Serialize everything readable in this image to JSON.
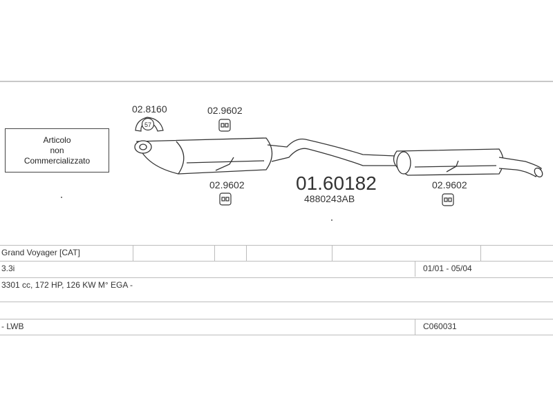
{
  "note": {
    "lines": [
      "Articolo",
      "non",
      "Commercializzato"
    ]
  },
  "parts": {
    "clamp": "02.8160",
    "clamp_size": "57",
    "hanger_top": "02.9602",
    "hanger_bottom_left": "02.9602",
    "hanger_right": "02.9602",
    "main_code": "01.60182",
    "oem_code": "4880243AB"
  },
  "table": {
    "model": "Grand Voyager  [CAT]",
    "engine": "3.3i",
    "period": "01/01 - 05/04",
    "specs": "3301 cc, 172 HP, 126 KW M° EGA -",
    "variant": "- LWB",
    "catalog_code": "C060031"
  }
}
